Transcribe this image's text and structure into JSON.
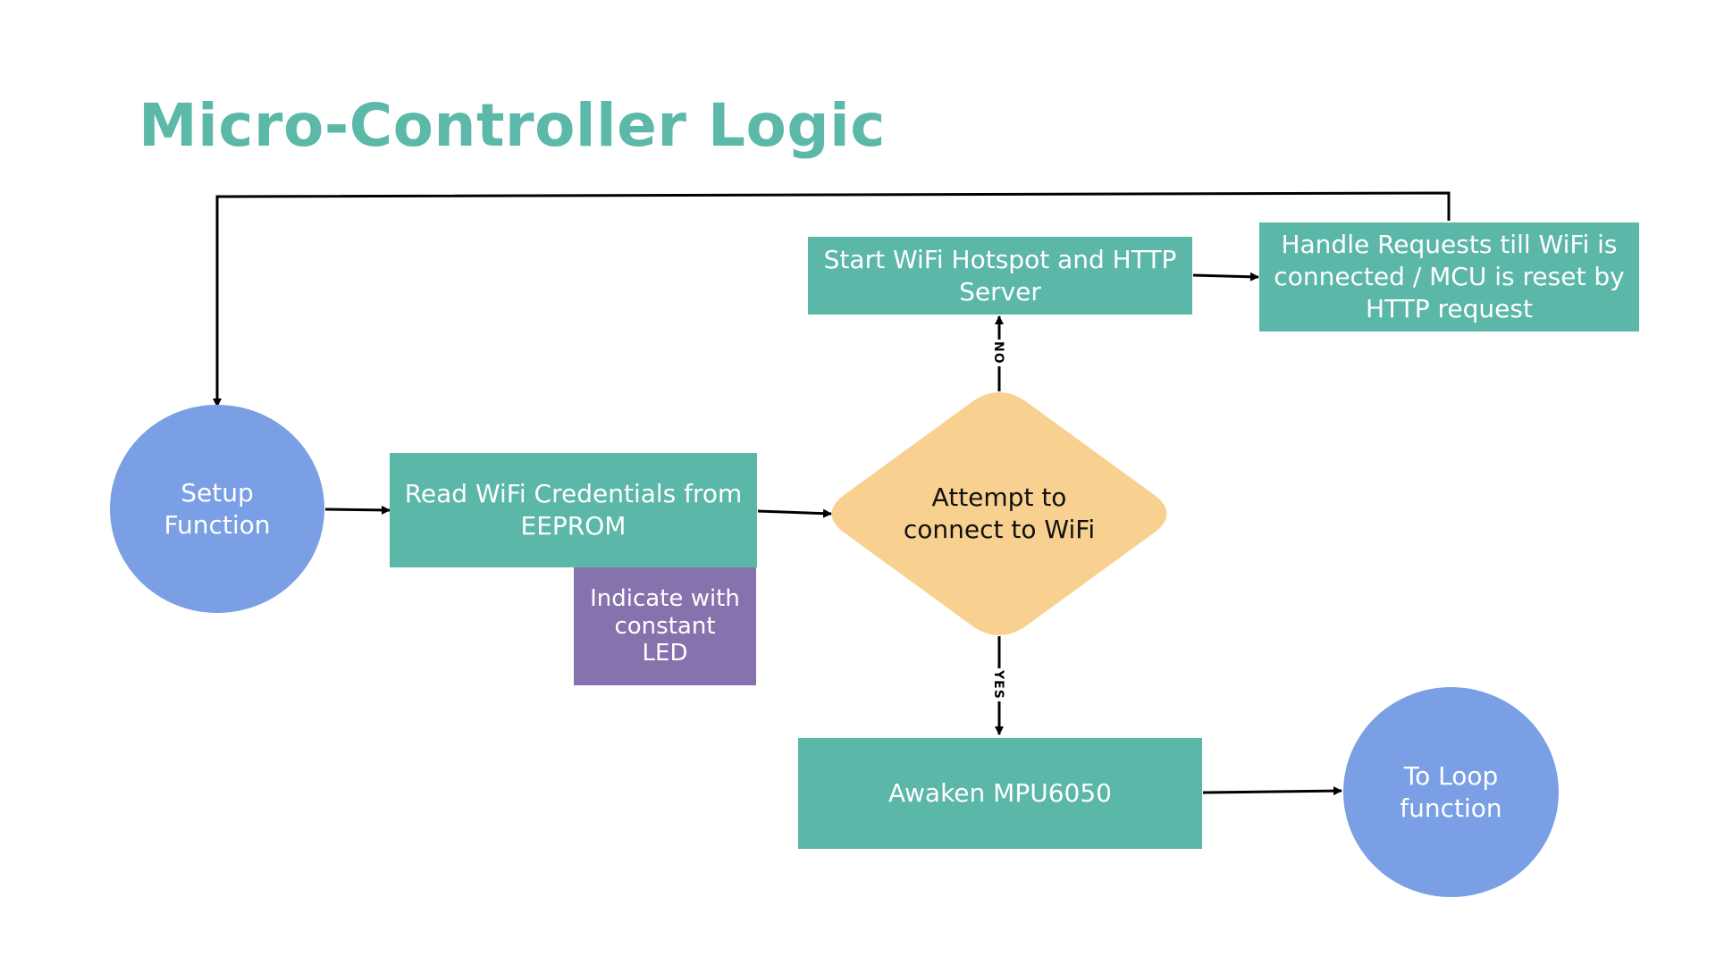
{
  "title": "Micro-Controller Logic",
  "colors": {
    "title": "#5cb8a8",
    "process": "#5bb7a8",
    "terminal": "#7a9fe4",
    "decision": "#f8d08f",
    "indicator": "#8672ad",
    "connector": "#000000"
  },
  "nodes": {
    "setup": "Setup\nFunction",
    "read_credentials": "Read WiFi Credentials from\nEEPROM",
    "indicate_led": "Indicate with\nconstant LED",
    "attempt_connect": "Attempt to\nconnect to WiFi",
    "start_hotspot": "Start WiFi Hotspot and HTTP\nServer",
    "handle_requests": "Handle Requests till WiFi is\nconnected / MCU is reset by\nHTTP request",
    "awaken_mpu": "Awaken MPU6050",
    "to_loop": "To Loop\nfunction"
  },
  "edges": {
    "no_label": "NO",
    "yes_label": "YES"
  }
}
